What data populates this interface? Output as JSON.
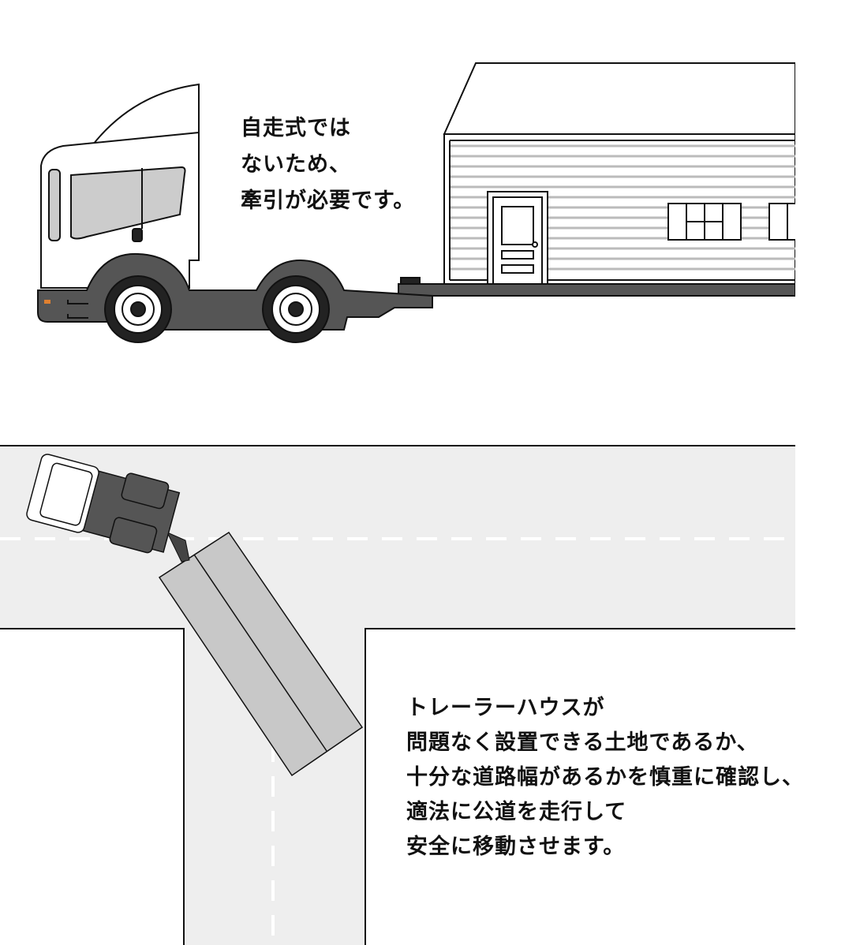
{
  "top_caption": {
    "lines": [
      "自走式では",
      "ないため、",
      "牽引が必要です。"
    ]
  },
  "bottom_caption": {
    "lines": [
      "トレーラーハウスが",
      "問題なく設置できる土地であるか、",
      "十分な道路幅があるかを慎重に確認し、",
      "適法に公道を走行して",
      "安全に移動させます。"
    ]
  },
  "colors": {
    "road": "#eeeeee",
    "truck_dark": "#555555",
    "trailer": "#c8c8c8",
    "outline": "#111111"
  }
}
